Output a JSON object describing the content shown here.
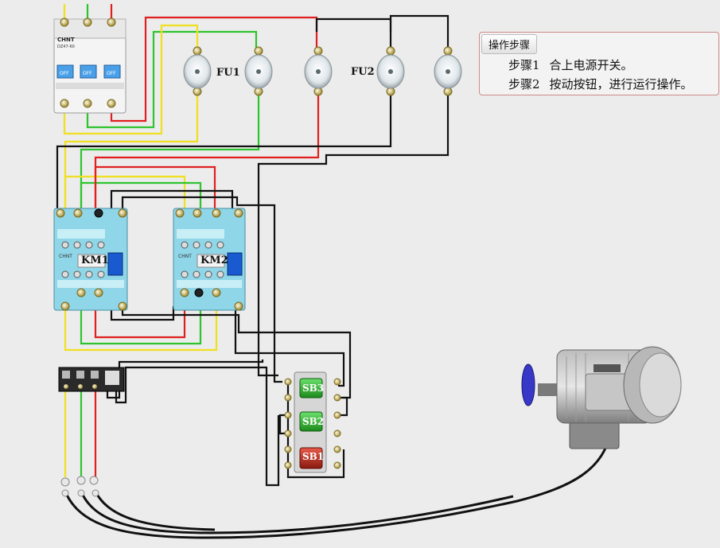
{
  "panel": {
    "title": "操作步骤",
    "steps": [
      {
        "num": "步骤1",
        "text": "合上电源开关。"
      },
      {
        "num": "步骤2",
        "text": "按动按钮，进行运行操作。"
      }
    ]
  },
  "breaker": {
    "brand": "CHNT",
    "model": "DZ47-60",
    "switch_label": "OFF"
  },
  "fuses": {
    "fu1_label": "FU1",
    "fu2_label": "FU2"
  },
  "contactors": {
    "brand": "CHNT",
    "km1_label": "KM1",
    "km2_label": "KM2"
  },
  "buttons": {
    "sb3_label": "SB3",
    "sb2_label": "SB2",
    "sb1_label": "SB1"
  },
  "colors": {
    "wire_yellow": "#f0e020",
    "wire_green": "#2fc42f",
    "wire_red": "#e02020",
    "wire_black": "#111111",
    "contactor_body": "#8fd6e8",
    "button_green": "#2bb52b",
    "button_red": "#c8281e",
    "motor_shield": "#3838c8"
  },
  "icons": [
    "circuit-breaker-icon",
    "fuse-icon",
    "contactor-icon",
    "thermal-relay-icon",
    "push-button-icon",
    "motor-icon",
    "terminal-block-icon"
  ]
}
